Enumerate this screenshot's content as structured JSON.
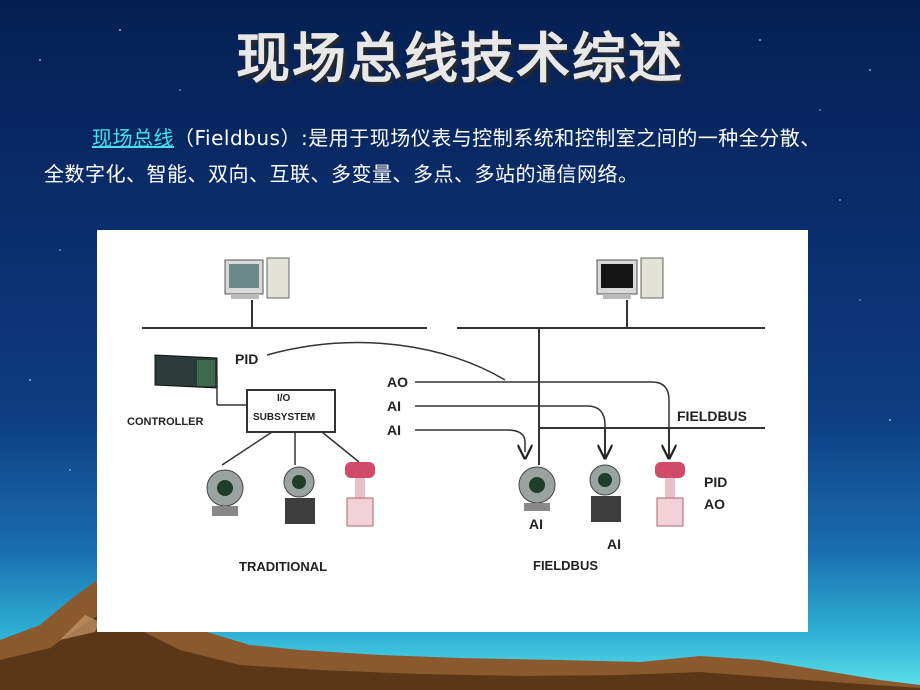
{
  "slide": {
    "title": "现场总线技术综述",
    "definition_link": "现场总线",
    "definition_text": "（Fieldbus）:是用于现场仪表与控制系统和控制室之间的一种全分散、全数字化、智能、双向、互联、多变量、多点、多站的通信网络。"
  },
  "diagram": {
    "traditional": {
      "pid": "PID",
      "controller": "CONTROLLER",
      "io_line1": "I/O",
      "io_line2": "SUBSYSTEM",
      "caption": "TRADITIONAL"
    },
    "fieldbus": {
      "ao": "AO",
      "ai1": "AI",
      "ai2": "AI",
      "bus_label": "FIELDBUS",
      "dev1": "AI",
      "dev2": "AI",
      "dev3_line1": "PID",
      "dev3_line2": "AO",
      "caption": "FIELDBUS"
    }
  },
  "colors": {
    "link": "#45e2ee",
    "title": "#e8e8e8",
    "background_top": "#061f52",
    "background_bottom": "#5fe3ea"
  }
}
